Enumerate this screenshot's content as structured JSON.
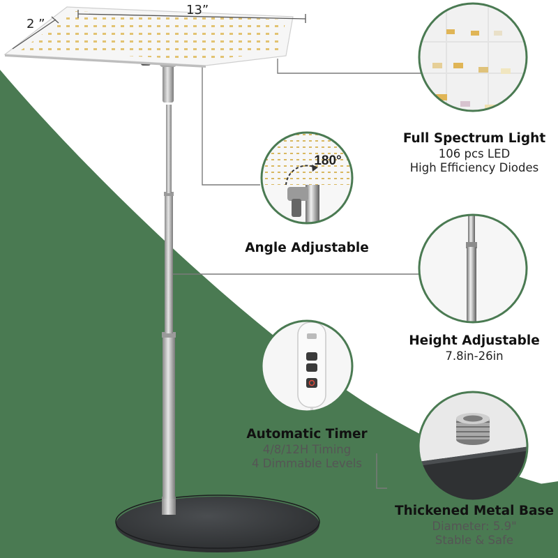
{
  "dimensions": {
    "width_label": "13”",
    "depth_label": "2 ”"
  },
  "features": [
    {
      "title": "Full Spectrum Light",
      "lines": [
        "106 pcs LED",
        "High Efficiency Diodes"
      ]
    },
    {
      "title": "Angle Adjustable",
      "lines": []
    },
    {
      "title": "Height Adjustable",
      "lines": [
        "7.8in-26in"
      ]
    },
    {
      "title": "Automatic Timer",
      "lines": [
        "4/8/12H Timing",
        "4 Dimmable Levels"
      ]
    },
    {
      "title": "Thickened Metal Base",
      "lines": [
        "Diameter: 5.9\"",
        "Stable & Safe"
      ]
    }
  ],
  "angle_badge": "180°",
  "colors": {
    "background_green": "#4a7a52",
    "panel_white": "#f7f7f7",
    "led_warm": "#e8c87a",
    "base_dark": "#333639",
    "pole_silver": "#b9b9b9"
  }
}
